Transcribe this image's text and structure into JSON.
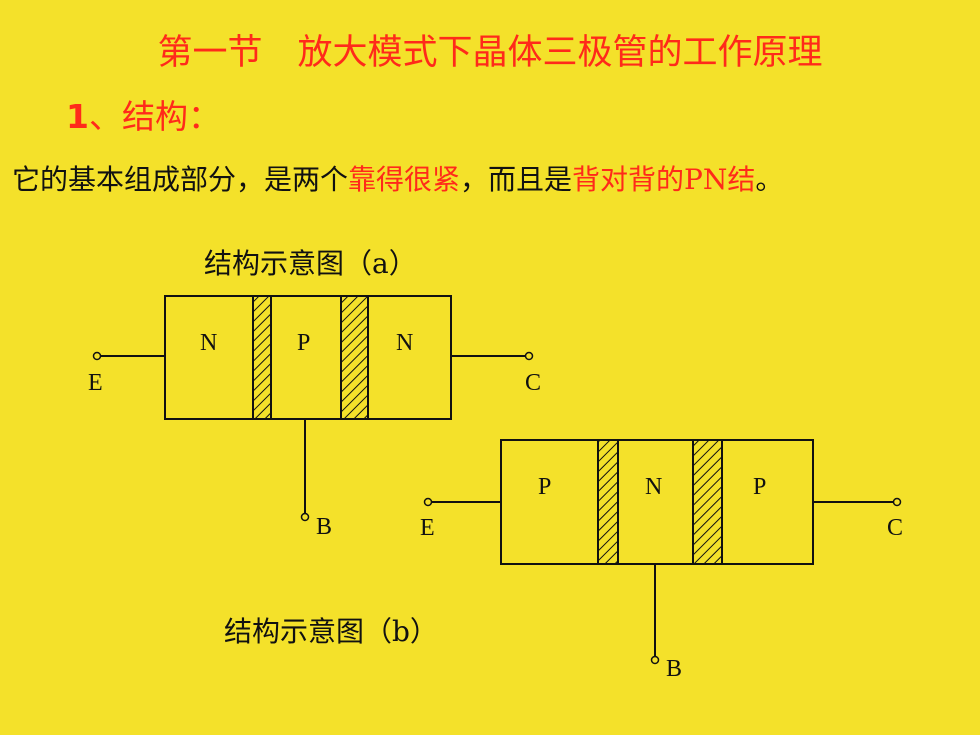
{
  "title": "第一节　放大模式下晶体三极管的工作原理",
  "section": {
    "number": "1",
    "separator": "、",
    "label": "结构："
  },
  "description": {
    "part1": "它的基本组成部分，是两个",
    "highlight1": "靠得很紧",
    "part2": "，而且是",
    "highlight2": "背对背的PN结",
    "part3": "。"
  },
  "diagram_a": {
    "caption": "结构示意图（a）",
    "regions": [
      "N",
      "P",
      "N"
    ],
    "terminals": {
      "left": "E",
      "right": "C",
      "bottom": "B"
    }
  },
  "diagram_b": {
    "caption": "结构示意图（b）",
    "regions": [
      "P",
      "N",
      "P"
    ],
    "terminals": {
      "left": "E",
      "right": "C",
      "bottom": "B"
    }
  },
  "colors": {
    "background": "#F4E12A",
    "accent": "#FF2A1A",
    "text": "#111111"
  }
}
